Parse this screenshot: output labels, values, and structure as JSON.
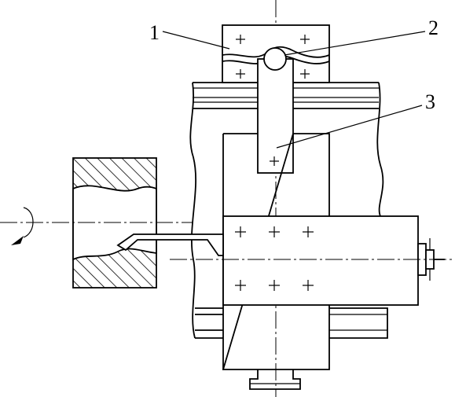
{
  "callouts": [
    {
      "number": "1"
    },
    {
      "number": "2"
    },
    {
      "number": "3"
    }
  ],
  "colors": {
    "line": "#000000",
    "background": "#ffffff"
  }
}
